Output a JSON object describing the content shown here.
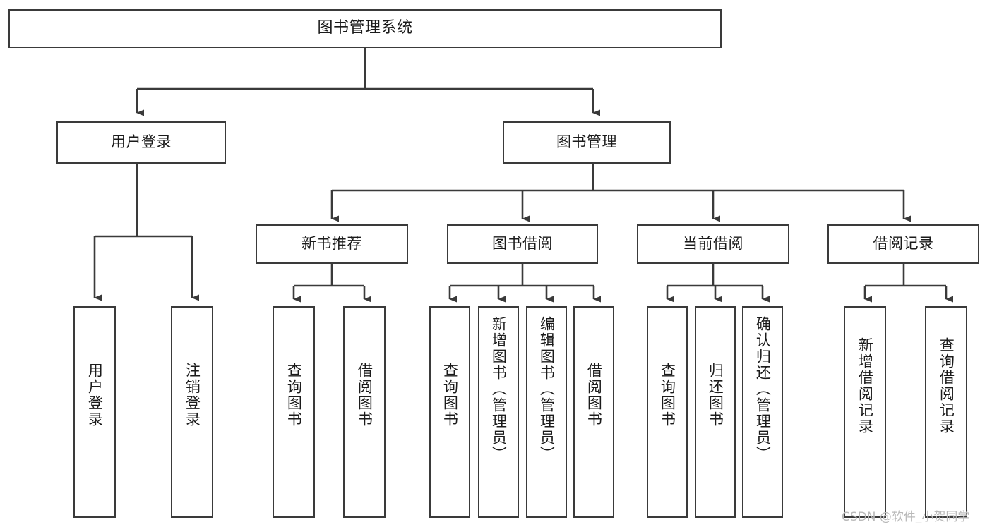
{
  "diagram": {
    "title": "图书管理系统",
    "type": "tree-hierarchy",
    "root": {
      "label": "图书管理系统"
    },
    "level1": [
      {
        "id": "user-login",
        "label": "用户登录"
      },
      {
        "id": "book-manage",
        "label": "图书管理"
      }
    ],
    "level2": [
      {
        "id": "new-book-rec",
        "label": "新书推荐",
        "parent": "book-manage"
      },
      {
        "id": "book-borrow",
        "label": "图书借阅",
        "parent": "book-manage"
      },
      {
        "id": "current-borrow",
        "label": "当前借阅",
        "parent": "book-manage"
      },
      {
        "id": "borrow-record",
        "label": "借阅记录",
        "parent": "book-manage"
      }
    ],
    "leaves": {
      "user_login": [
        {
          "id": "leaf-user-login",
          "label": "用户登录"
        },
        {
          "id": "leaf-logout",
          "label": "注销登录"
        }
      ],
      "new_book_rec": [
        {
          "id": "leaf-query-book-1",
          "label": "查询图书"
        },
        {
          "id": "leaf-borrow-book-1",
          "label": "借阅图书"
        }
      ],
      "book_borrow": [
        {
          "id": "leaf-query-book-2",
          "label": "查询图书"
        },
        {
          "id": "leaf-add-book",
          "label": "新增图书（管理员）"
        },
        {
          "id": "leaf-edit-book",
          "label": "编辑图书（管理员）"
        },
        {
          "id": "leaf-borrow-book-2",
          "label": "借阅图书"
        }
      ],
      "current_borrow": [
        {
          "id": "leaf-query-book-3",
          "label": "查询图书"
        },
        {
          "id": "leaf-return-book",
          "label": "归还图书"
        },
        {
          "id": "leaf-confirm-return",
          "label": "确认归还（管理员）"
        }
      ],
      "borrow_record": [
        {
          "id": "leaf-add-record",
          "label": "新增借阅记录"
        },
        {
          "id": "leaf-query-record",
          "label": "查询借阅记录"
        }
      ]
    }
  },
  "watermark": {
    "text": "CSDN @软件_小贺同学"
  },
  "colors": {
    "stroke": "#3a3a3a",
    "fill": "#ffffff",
    "text": "#1b1b1b",
    "watermark": "#b9b9b9"
  }
}
